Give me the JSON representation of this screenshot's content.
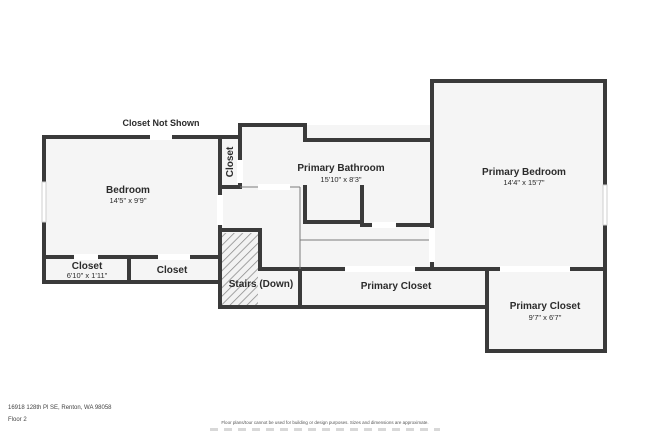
{
  "note": "Closet Not Shown",
  "rooms": {
    "bedroom": {
      "name": "Bedroom",
      "dims": "14'5\" x 9'9\""
    },
    "closet_a": {
      "name": "Closet",
      "dims": "6'10\" x 1'11\""
    },
    "closet_b": {
      "name": "Closet"
    },
    "closet_c": {
      "name": "Closet"
    },
    "primary_bathroom": {
      "name": "Primary Bathroom",
      "dims": "15'10\" x 8'3\""
    },
    "primary_bedroom": {
      "name": "Primary Bedroom",
      "dims": "14'4\" x 15'7\""
    },
    "stairs": {
      "name": "Stairs (Down)"
    },
    "primary_closet_a": {
      "name": "Primary Closet"
    },
    "primary_closet_b": {
      "name": "Primary Closet",
      "dims": "9'7\" x 6'7\""
    }
  },
  "footer": {
    "address": "16918 128th Pl SE, Renton, WA 98058",
    "floor": "Floor 2",
    "disclaimer": "Floor plans/tour cannot be used for building or design purposes. Sizes and dimensions are approximate."
  }
}
